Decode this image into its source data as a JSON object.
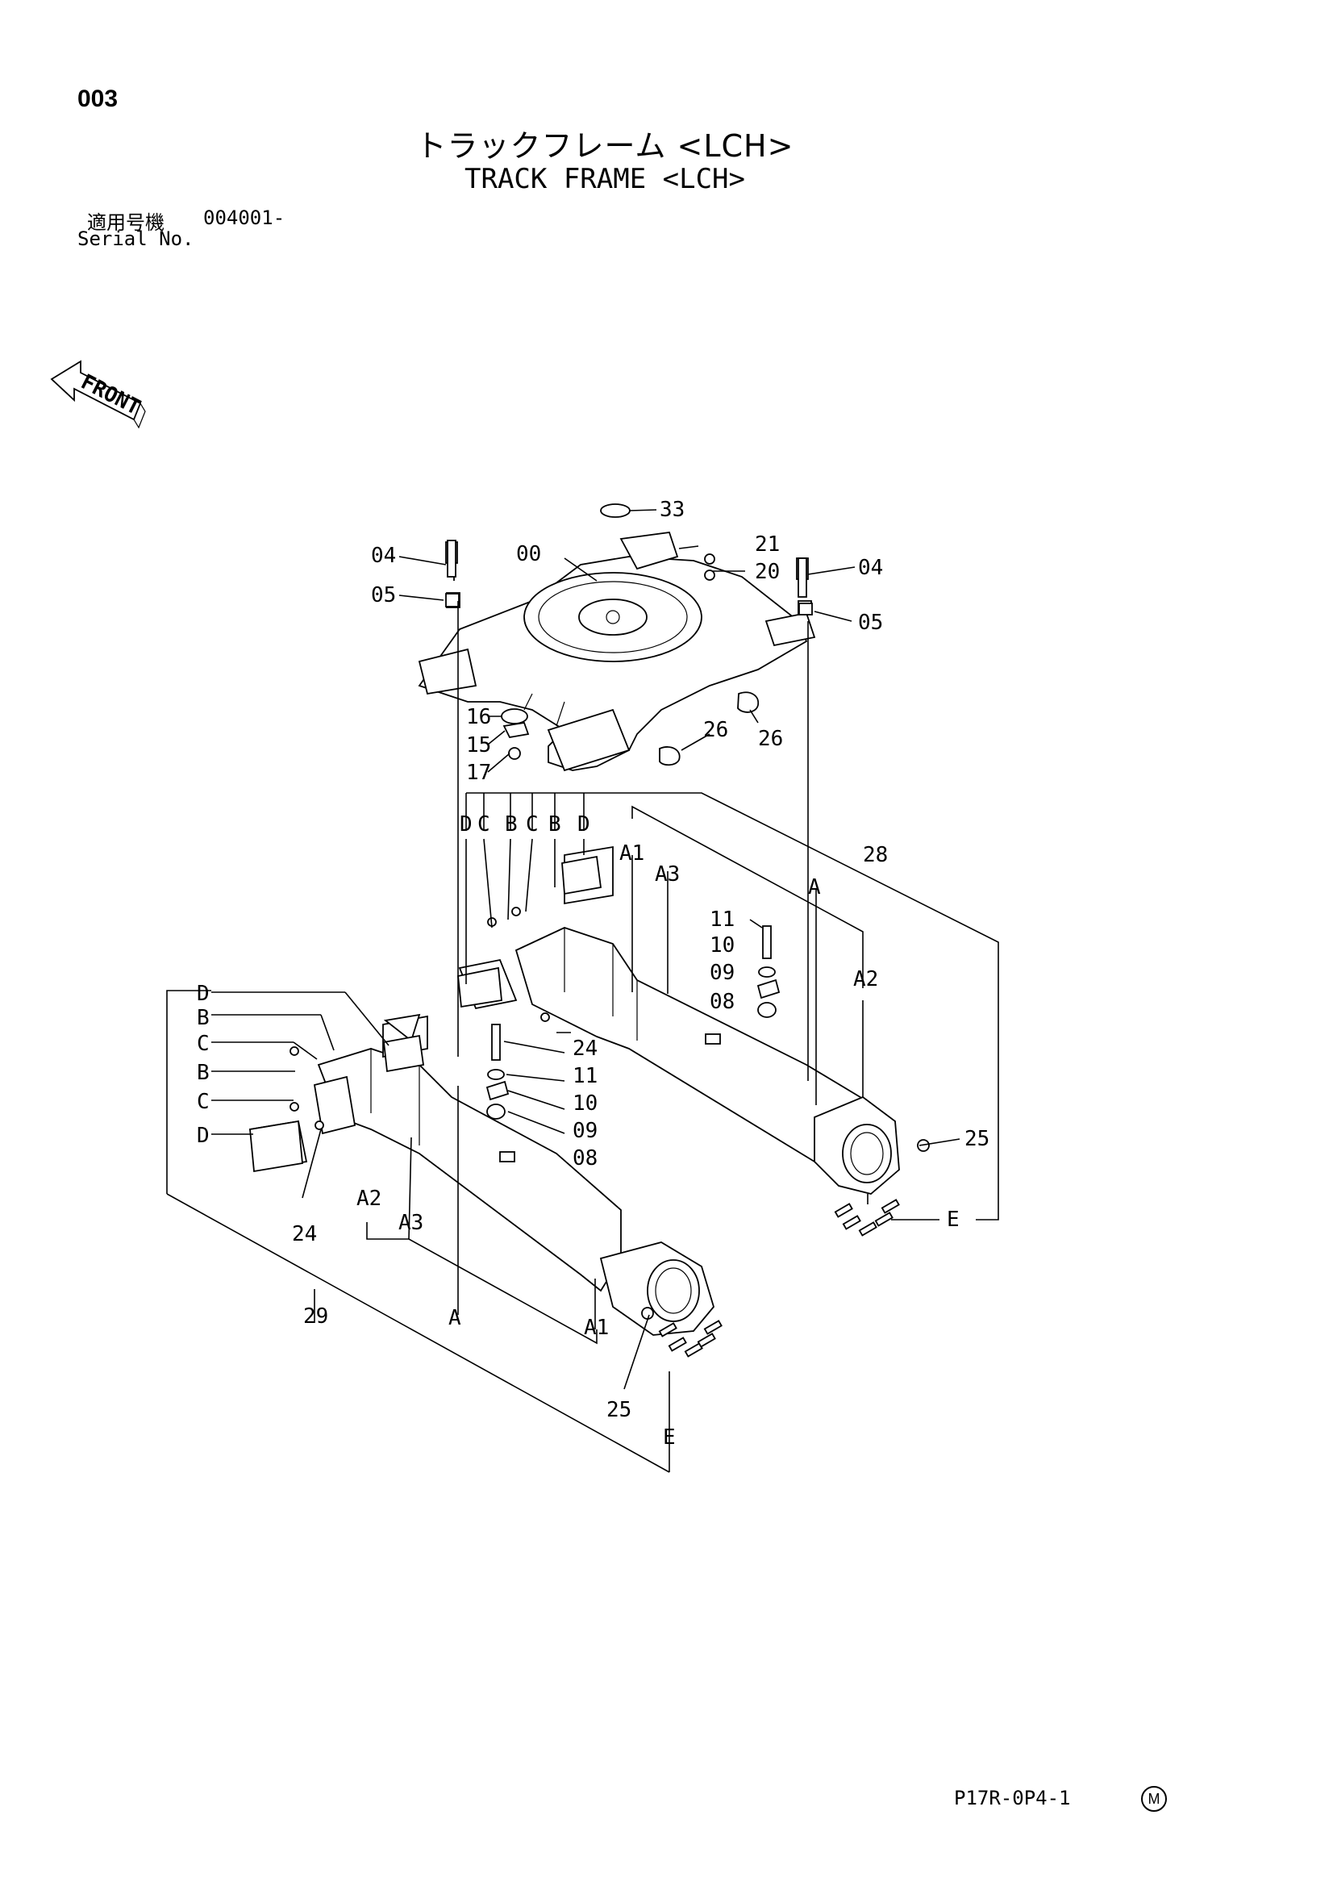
{
  "header": {
    "page_number": "003",
    "title_jp": "トラックフレーム <LCH>",
    "title_en": "TRACK FRAME <LCH>",
    "serial_label_jp": "適用号機",
    "serial_value": "004001-",
    "serial_label_en": "Serial No."
  },
  "front_arrow": {
    "label": "FRONT"
  },
  "callouts": {
    "c33": "33",
    "c00": "00",
    "c21": "21",
    "c20": "20",
    "c04_left": "04",
    "c04_right": "04",
    "c05_left": "05",
    "c05_right": "05",
    "c16": "16",
    "c15": "15",
    "c17": "17",
    "c26_a": "26",
    "c26_b": "26",
    "cD1": "D",
    "cC1": "C",
    "cB1": "B",
    "cC2": "C",
    "cB2": "B",
    "cD2": "D",
    "cA1_top": "A1",
    "cA3_top": "A3",
    "c28": "28",
    "cA_top": "A",
    "c11_top": "11",
    "c10_top": "10",
    "c09_top": "09",
    "c08_top": "08",
    "cA2_top": "A2",
    "c24_top": "24",
    "c11_bot": "11",
    "c10_bot": "10",
    "c09_bot": "09",
    "c08_bot": "08",
    "c25_right": "25",
    "cE_right": "E",
    "cD_l1": "D",
    "cB_l1": "B",
    "cC_l1": "C",
    "cB_l2": "B",
    "cC_l2": "C",
    "cD_l2": "D",
    "c24_bot": "24",
    "cA2_bot": "A2",
    "cA3_bot": "A3",
    "c29": "29",
    "cA_bot": "A",
    "cA1_bot": "A1",
    "c25_bot": "25",
    "cE_bot": "E"
  },
  "footer": {
    "code": "P17R-0P4-1",
    "mark": "M"
  }
}
